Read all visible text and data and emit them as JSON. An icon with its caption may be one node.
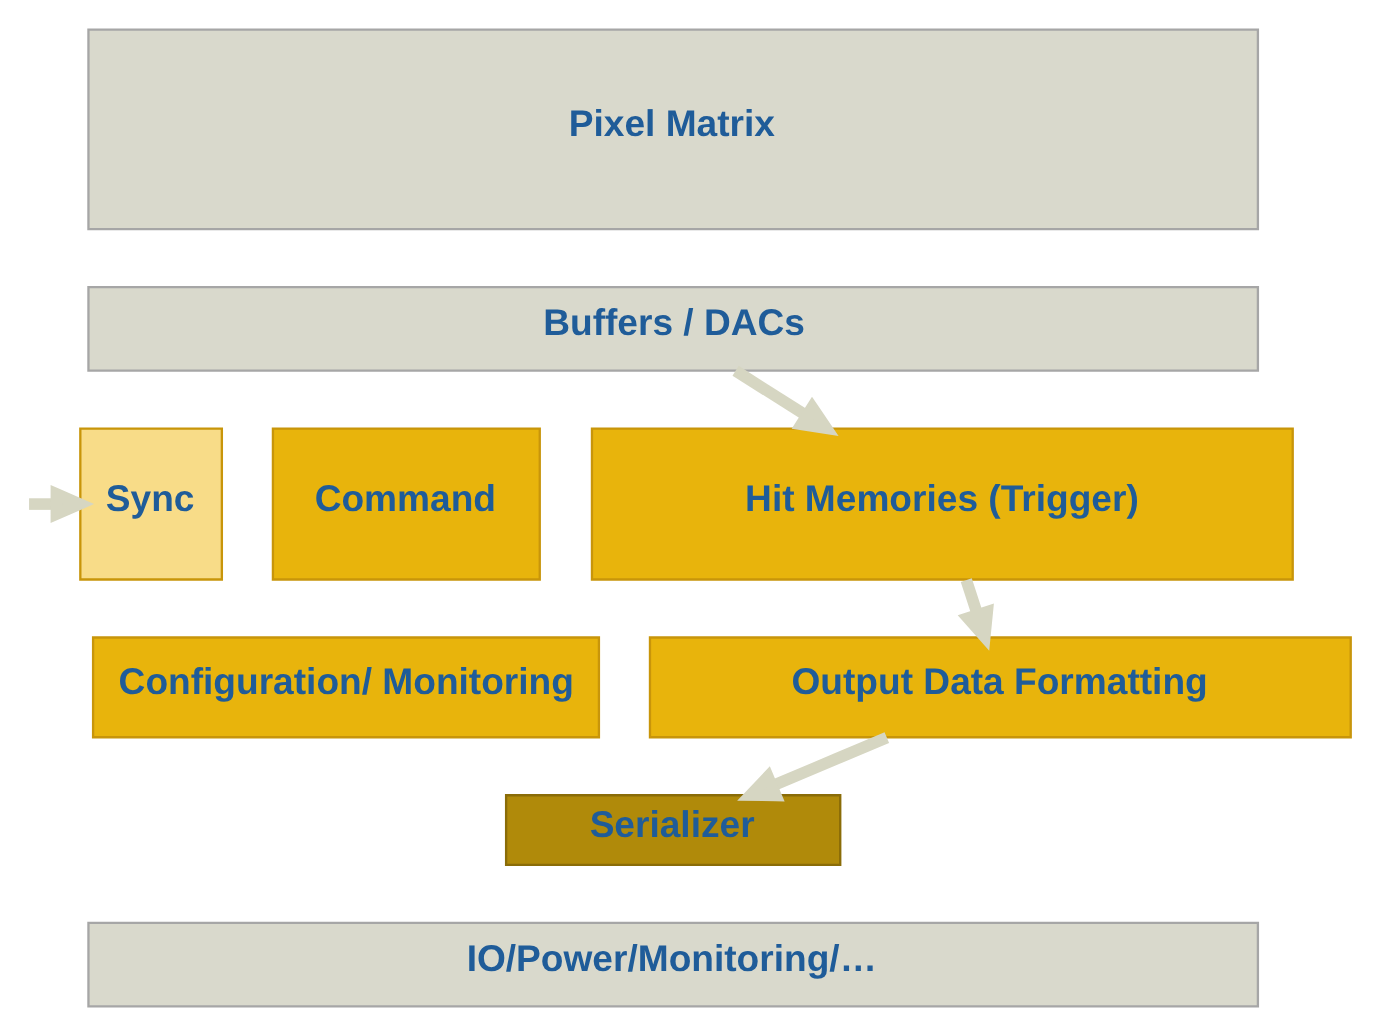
{
  "diagram": {
    "nodes": [
      {
        "text": [
          "Pixel Matrix"
        ]
      },
      {
        "text": [
          "Buffers / DACs"
        ]
      },
      {
        "text": [
          "Sync"
        ]
      },
      {
        "text": [
          "Command"
        ]
      },
      {
        "text": [
          "Hit Memories (Trigger)"
        ]
      },
      {
        "text": [
          "Configuration/ Monitoring"
        ]
      },
      {
        "text": [
          "Output Data Formatting"
        ]
      },
      {
        "text": [
          "Serializer"
        ]
      },
      {
        "text": [
          "IO/Power/Monitoring/…"
        ]
      }
    ],
    "edges": [
      {
        "from": null,
        "to": 2,
        "arrow": "to"
      },
      {
        "from": 1,
        "to": 4,
        "arrow": "to"
      },
      {
        "from": 4,
        "to": 6,
        "arrow": "to"
      },
      {
        "from": 6,
        "to": 7,
        "arrow": "to"
      }
    ]
  }
}
